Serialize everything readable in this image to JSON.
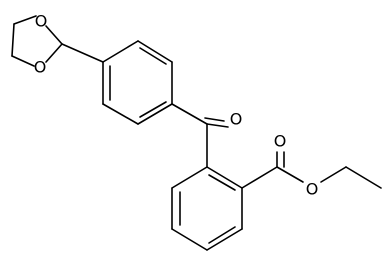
{
  "structure": {
    "atoms": {
      "o_ring_top": "O",
      "o_ring_bottom": "O",
      "o_ketone": "O",
      "o_ester_carbonyl": "O",
      "o_ester_ether": "O"
    }
  },
  "colors": {
    "bond": "#000000",
    "label": "#000000",
    "background": "#ffffff"
  }
}
